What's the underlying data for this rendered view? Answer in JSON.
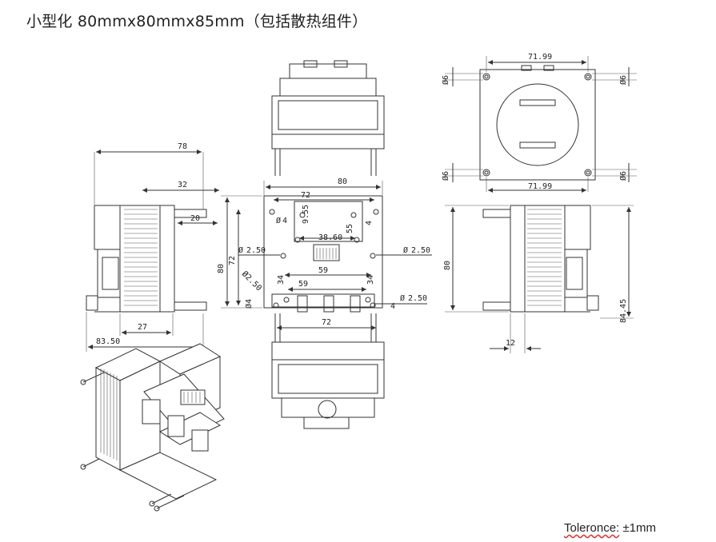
{
  "title": "小型化 80mmx80mmx85mm（包括散热组件）",
  "tolerance": {
    "label": "Toleronce:",
    "value": "±1mm"
  },
  "dims": {
    "left_78": "78",
    "left_32": "32",
    "left_20": "20",
    "left_27": "27",
    "left_83_50": "83.50",
    "mid_80": "80",
    "mid_72_top": "72",
    "mid_4_a": "4",
    "mid_9_55": "9.55",
    "mid_4_b": "4",
    "mid_38_60": "38.60",
    "mid_55": "55",
    "mid_2_50_a": "2.50",
    "mid_2_50_b": "2.50",
    "mid_59_a": "59",
    "mid_34_a": "34",
    "mid_34_b": "34",
    "mid_59_b": "59",
    "mid_2_50_c": "2.50",
    "mid_2_50_d": "2.50",
    "mid_4_c": "4",
    "mid_80_v": "80",
    "mid_72_v": "72",
    "mid_72_bottom": "72",
    "tr_71_99_top": "71.99",
    "tr_6_a": "6",
    "tr_6_b": "6",
    "tr_6_c": "6",
    "tr_6_d": "6",
    "tr_71_99_bottom": "71.99",
    "br_80": "80",
    "br_84_45": "84.45",
    "br_12": "12"
  }
}
